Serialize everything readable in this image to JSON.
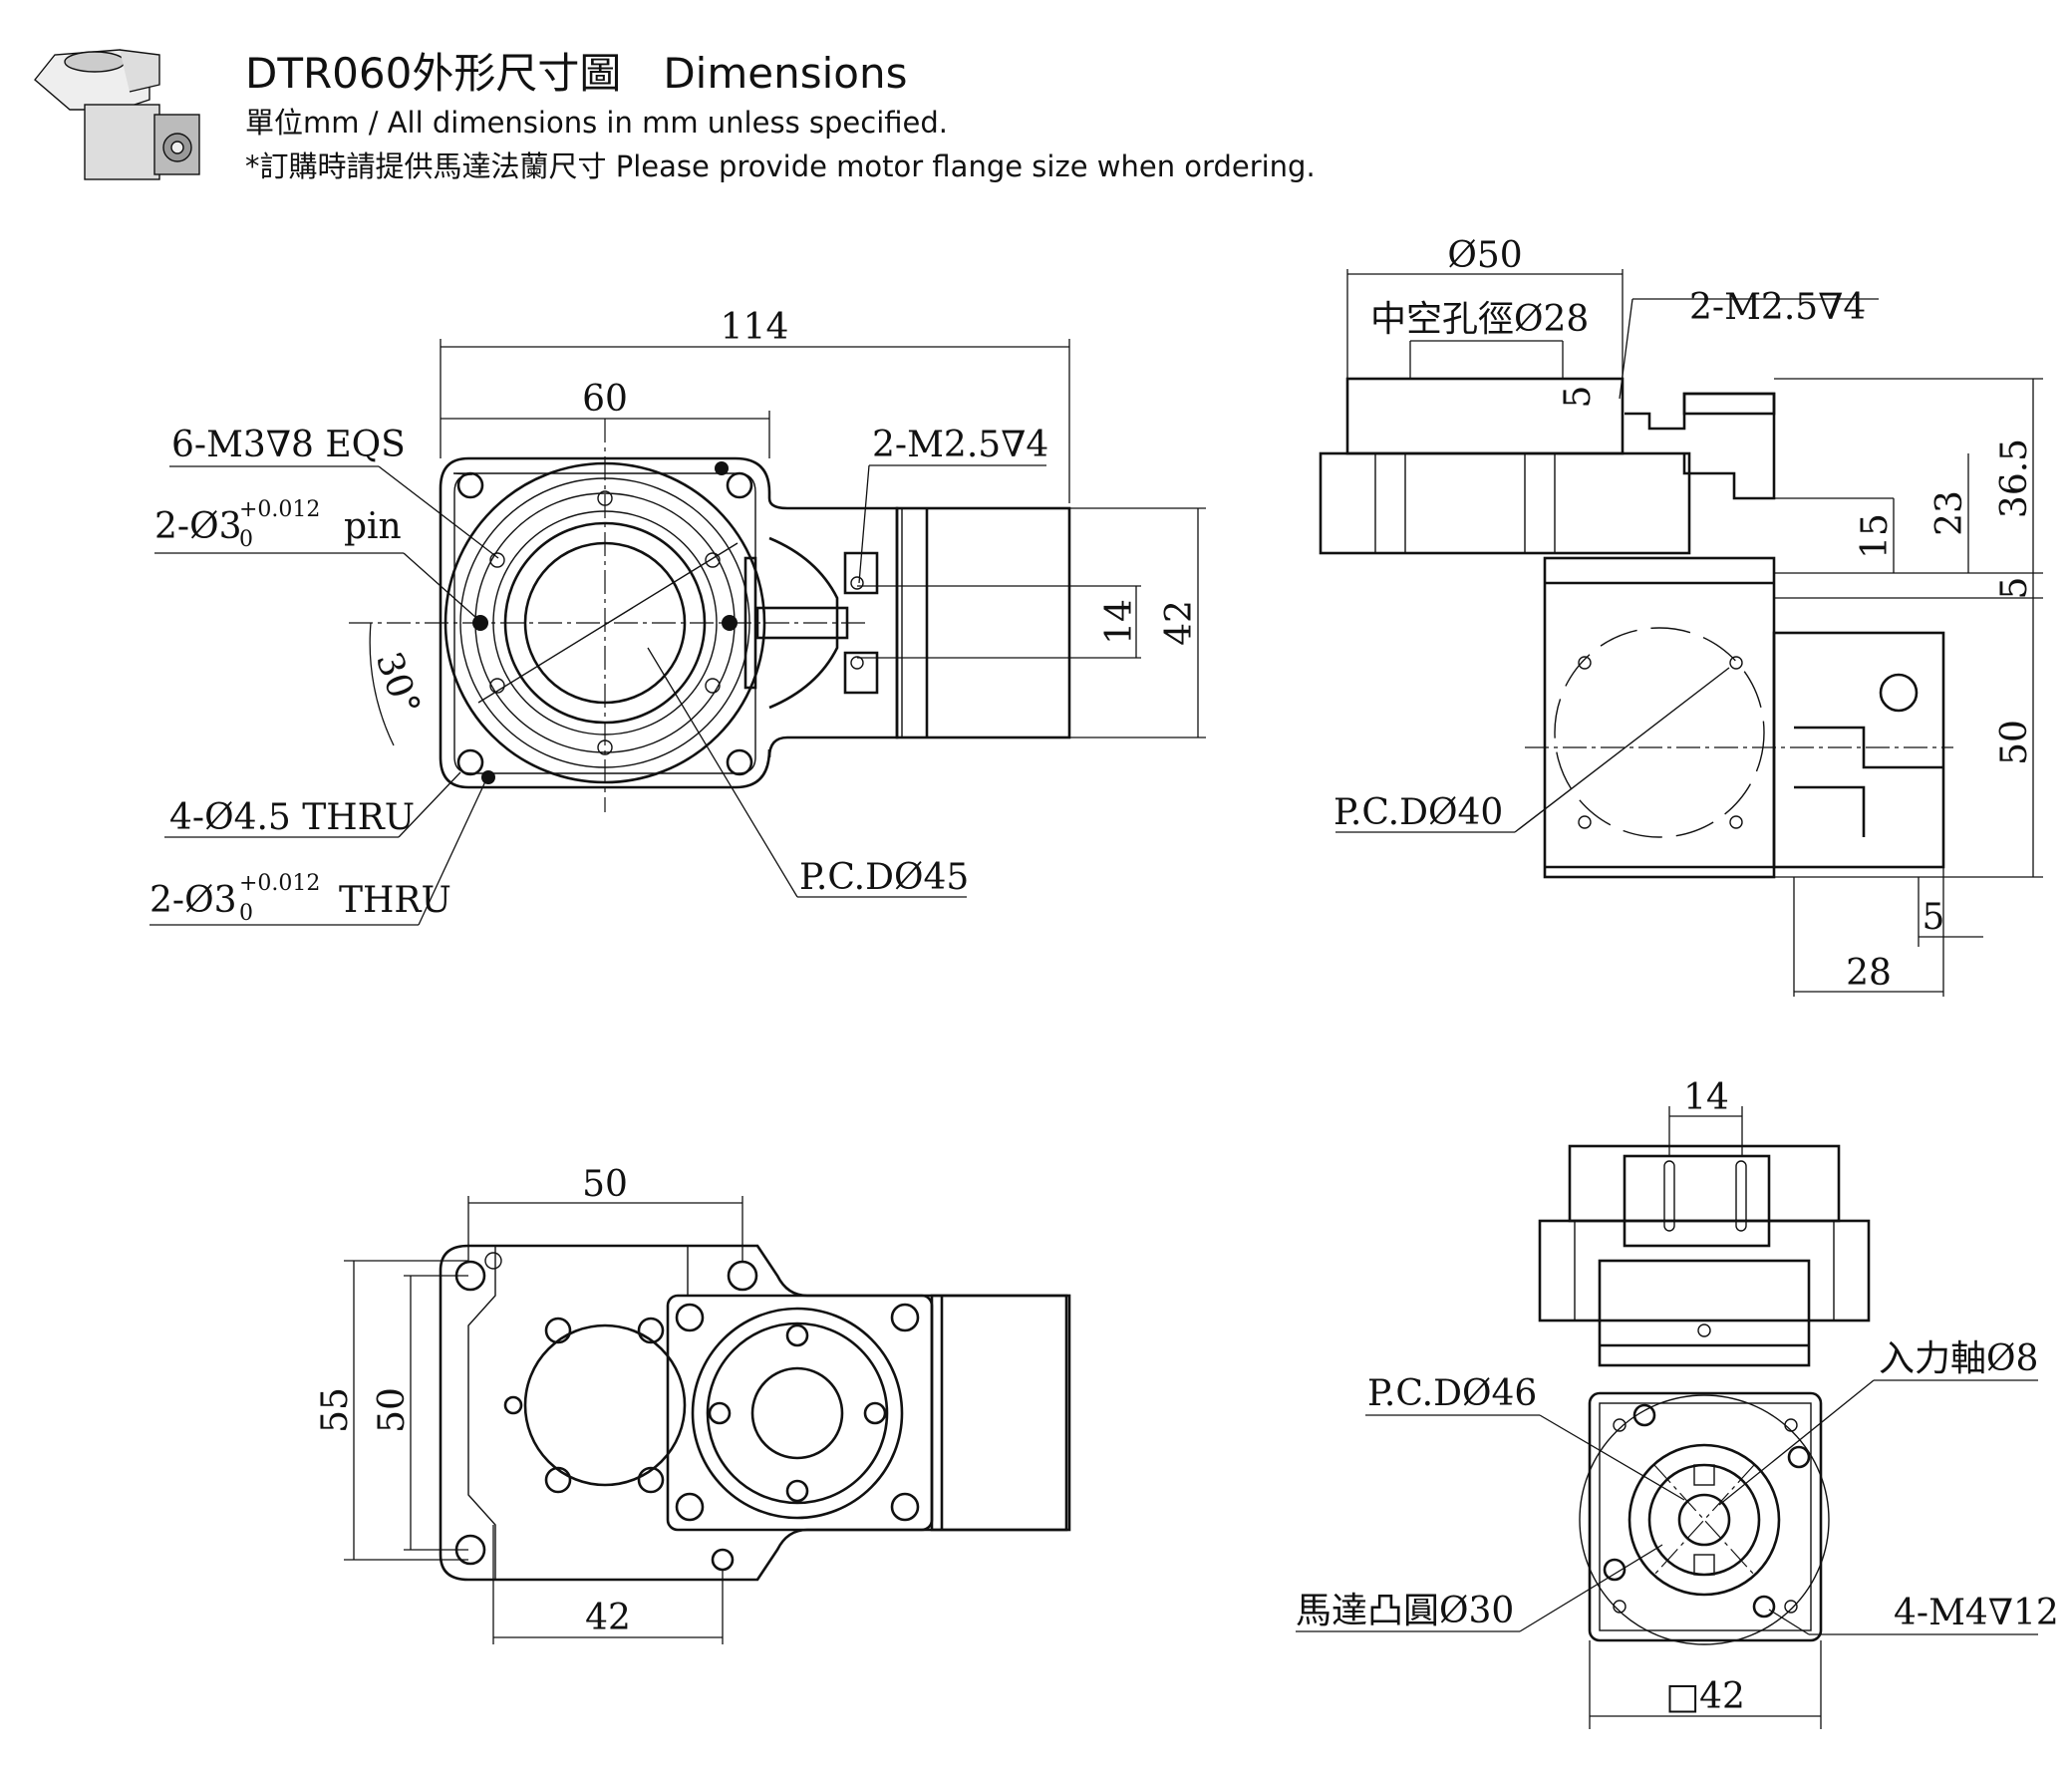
{
  "header": {
    "title": "DTR060外形尺寸圖　Dimensions",
    "subtitle": "單位mm / All dimensions in mm unless specified.",
    "note": "*訂購時請提供馬達法蘭尺寸 Please provide motor flange size when ordering."
  },
  "top_left_view": {
    "dim_overall": "114",
    "dim_flange": "60",
    "label_tapped_holes": "6-M3",
    "label_tapped_holes_b": "8 EQS",
    "label_pin": "2-Ø3",
    "label_pin_sup": "+0.012",
    "label_pin_sub": "0",
    "label_pin_b": "pin",
    "label_screw": "2-M2.5",
    "label_screw_b": "4",
    "dim_14": "14",
    "dim_42": "42",
    "angle": "30°",
    "label_thru": "4-Ø4.5 THRU",
    "label_pin_thru": "2-Ø3",
    "label_pin_thru_sup": "+0.012",
    "label_pin_thru_sub": "0",
    "label_pin_thru_b": "THRU",
    "label_pcd": "P.C.DØ45"
  },
  "top_right_view": {
    "dim_outer": "Ø50",
    "label_hollow": "中空孔徑Ø28",
    "label_screw": "2-M2.5",
    "label_screw_b": "4",
    "dim_5_top": "5",
    "dim_36_5": "36.5",
    "dim_23": "23",
    "dim_15": "15",
    "dim_5_mid": "5",
    "dim_50": "50",
    "label_pcd": "P.C.DØ40",
    "dim_5_bottom": "5",
    "dim_28": "28"
  },
  "bottom_left_view": {
    "dim_50_top": "50",
    "dim_55": "55",
    "dim_50_side": "50",
    "dim_42": "42"
  },
  "bottom_right_view": {
    "dim_14": "14",
    "label_input_shaft": "入力軸Ø8",
    "label_pcd": "P.C.DØ46",
    "label_motor_boss": "馬達凸圓Ø30",
    "label_tapped": "4-M4",
    "label_tapped_b": "12",
    "dim_square": "□42"
  }
}
